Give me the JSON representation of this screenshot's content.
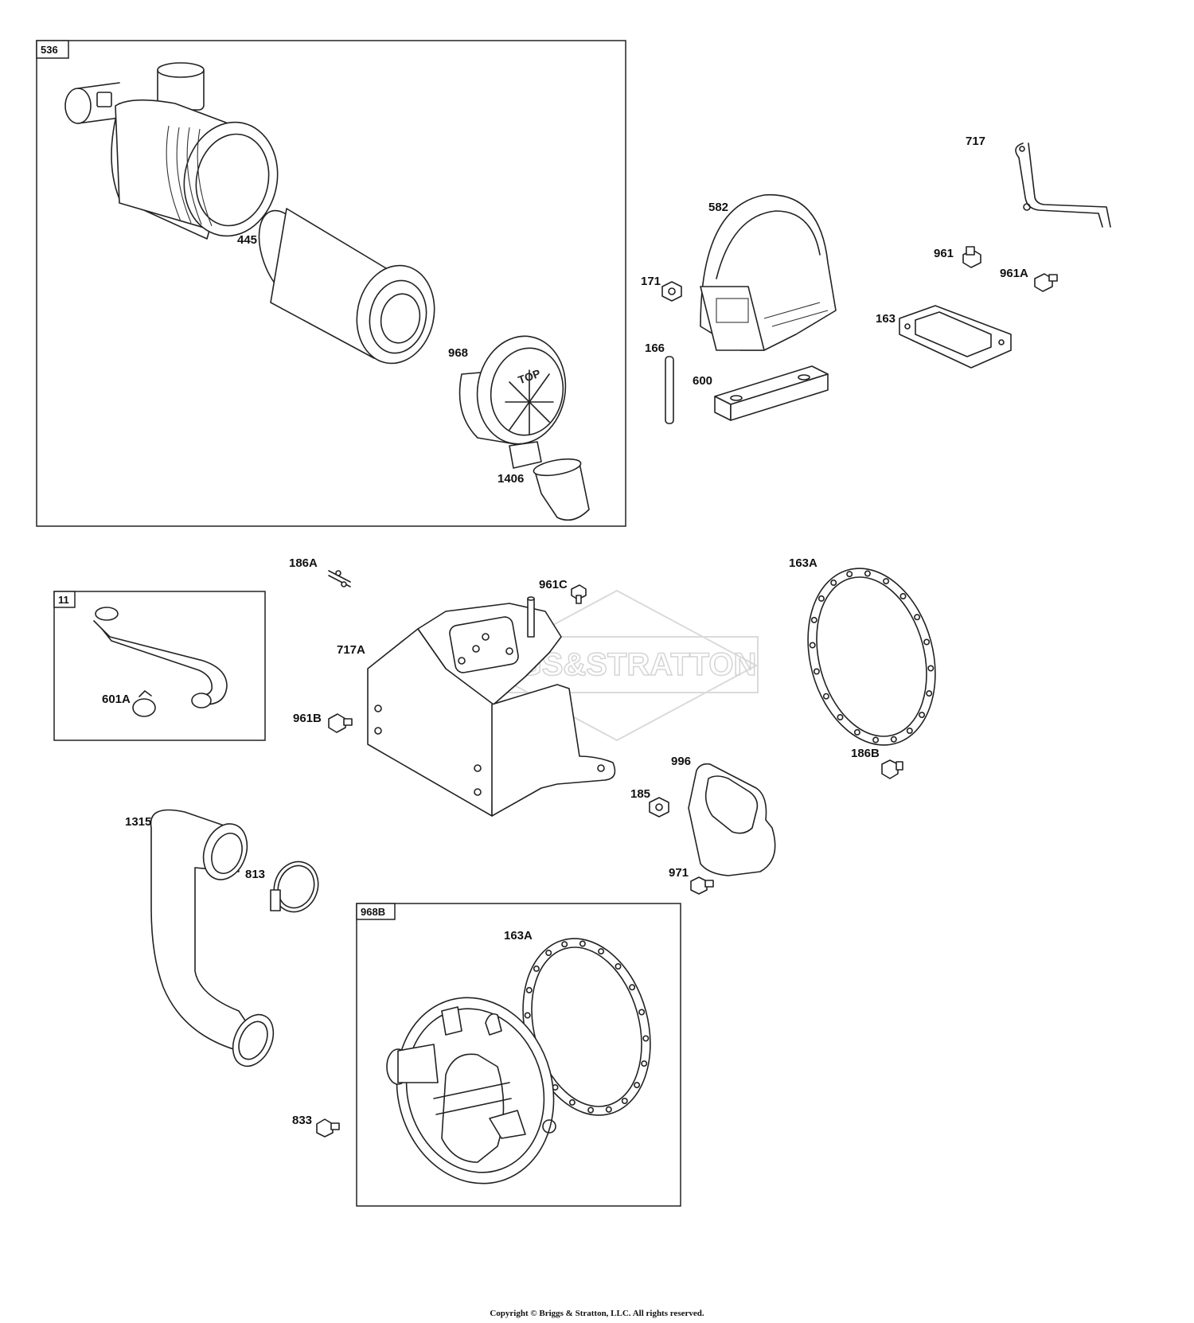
{
  "watermark_text": "BRIGGS&STRATTON",
  "copyright": "Copyright © Briggs & Stratton, LLC. All rights reserved.",
  "boxes": {
    "b536": "536",
    "b11": "11",
    "b968B": "968B"
  },
  "parts": {
    "p445": "445",
    "p968": "968",
    "p1406": "1406",
    "p171": "171",
    "p166": "166",
    "p582": "582",
    "p600": "600",
    "p717": "717",
    "p961": "961",
    "p961A": "961A",
    "p163": "163",
    "p186A": "186A",
    "p961C": "961C",
    "p717A": "717A",
    "p961B": "961B",
    "p601A": "601A",
    "p163A_top": "163A",
    "p186B": "186B",
    "p996": "996",
    "p185": "185",
    "p971": "971",
    "p1315": "1315",
    "p813": "813",
    "p163A_box": "163A",
    "p833": "833"
  }
}
